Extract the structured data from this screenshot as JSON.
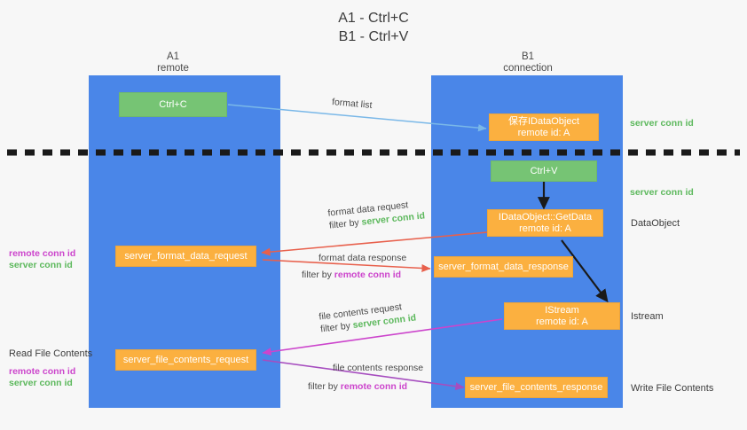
{
  "title": {
    "line1": "A1 - Ctrl+C",
    "line2": "B1 - Ctrl+V"
  },
  "colors": {
    "lane": "#4a86e8",
    "green_box": "#76c474",
    "orange_box": "#fbb040",
    "server_conn_id": "#5cb85c",
    "remote_conn_id": "#cc44cc",
    "blue_arrow": "#7ab8e8",
    "red_arrow": "#e8604c",
    "magenta_arrow": "#cc44cc",
    "purple_arrow": "#a64dbf",
    "black_arrow": "#1a1a1a",
    "background": "#f7f7f7"
  },
  "lanes": [
    {
      "id": "a1",
      "title": "A1",
      "subtitle": "remote"
    },
    {
      "id": "b1",
      "title": "B1",
      "subtitle": "connection"
    }
  ],
  "nodes": {
    "ctrl_c": {
      "label": "Ctrl+C",
      "kind": "green"
    },
    "save_idataobject": {
      "label": "保存IDataObject",
      "sub": "remote id: A",
      "kind": "orange"
    },
    "ctrl_v": {
      "label": "Ctrl+V",
      "kind": "green"
    },
    "idataobject_getdata": {
      "label": "IDataObject::GetData",
      "sub": "remote id: A",
      "kind": "orange"
    },
    "format_data_request": {
      "label": "server_format_data_request",
      "kind": "orange"
    },
    "format_data_response": {
      "label": "server_format_data_response",
      "kind": "orange"
    },
    "istream": {
      "label": "IStream",
      "sub": "remote id: A",
      "kind": "orange"
    },
    "file_contents_request": {
      "label": "server_file_contents_request",
      "kind": "orange"
    },
    "file_contents_response": {
      "label": "server_file_contents_response",
      "kind": "orange"
    }
  },
  "edge_labels": {
    "format_list": "format list",
    "format_data_request_top": "format data request",
    "format_data_request_filter_prefix": "filter by ",
    "format_data_request_filter_key": "server conn id",
    "format_data_response_top": "format data response",
    "format_data_response_filter_prefix": "filter by ",
    "format_data_response_filter_key": "remote conn id",
    "file_contents_request_top": "file contents request",
    "file_contents_request_filter_prefix": "filter by ",
    "file_contents_request_filter_key": "server conn id",
    "file_contents_response_top": "file contents response",
    "file_contents_response_filter_prefix": "filter by ",
    "file_contents_response_filter_key": "remote conn id"
  },
  "right_labels": {
    "server_conn_id_1": "server conn id",
    "server_conn_id_2": "server conn id",
    "dataobject": "DataObject",
    "istream": "Istream",
    "write_file_contents": "Write File Contents"
  },
  "left_labels": {
    "remote_conn_id_1": "remote conn id",
    "server_conn_id_1": "server conn id",
    "read_file_contents": "Read File Contents",
    "remote_conn_id_2": "remote conn id",
    "server_conn_id_2": "server conn id"
  }
}
